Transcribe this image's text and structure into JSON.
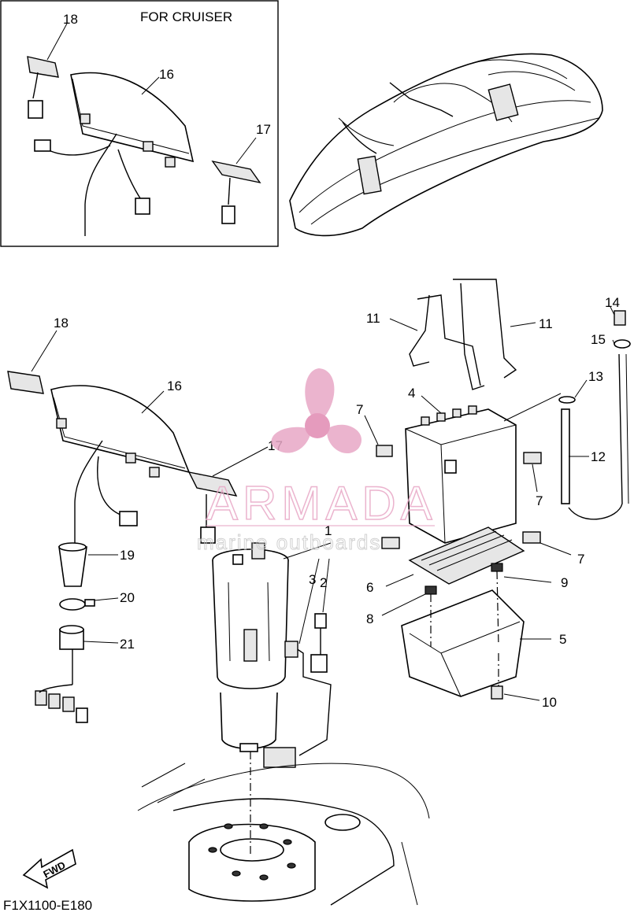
{
  "inset": {
    "title": "FOR CRUISER"
  },
  "callouts": {
    "c18_inset": "18",
    "c16_inset": "16",
    "c17_inset": "17",
    "c14": "14",
    "c15": "15",
    "c11a": "11",
    "c11b": "11",
    "c13": "13",
    "c18": "18",
    "c16": "16",
    "c4": "4",
    "c7a": "7",
    "c7b": "7",
    "c7c": "7",
    "c12": "12",
    "c17": "17",
    "c1": "1",
    "c3": "3",
    "c2": "2",
    "c19": "19",
    "c6": "6",
    "c9": "9",
    "c8": "8",
    "c20": "20",
    "c5": "5",
    "c21": "21",
    "c10": "10"
  },
  "watermark": {
    "brand": "ARMADA",
    "tagline": "marine outboards"
  },
  "fwd_arrow": {
    "label": "FWD"
  },
  "diagram_code": "F1X1100-E180",
  "colors": {
    "line": "#000000",
    "watermark": "#e8a7c6",
    "background": "#ffffff"
  }
}
